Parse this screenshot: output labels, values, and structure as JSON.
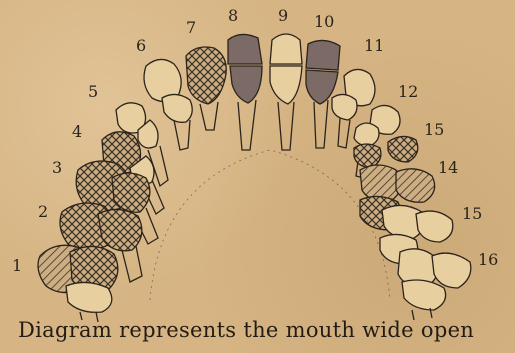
{
  "diagram": {
    "caption": "Diagram represents the mouth wide open",
    "tooth_numbers": [
      "1",
      "2",
      "3",
      "4",
      "5",
      "6",
      "7",
      "8",
      "9",
      "10",
      "11",
      "12",
      "15",
      "14",
      "15",
      "16"
    ],
    "colors": {
      "background": "#d6b483",
      "ink": "#2b241c",
      "shaded": "#7b6a66"
    }
  }
}
